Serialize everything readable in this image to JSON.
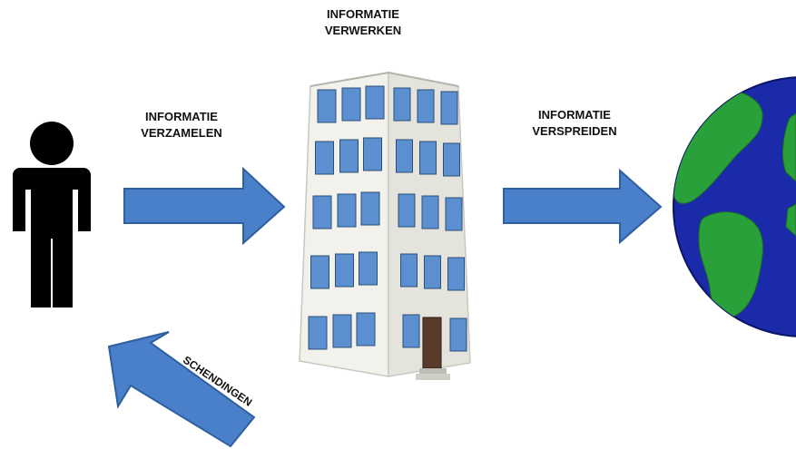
{
  "labels": {
    "process": [
      "INFORMATIE",
      "VERWERKEN"
    ],
    "collect": [
      "INFORMATIE",
      "VERZAMELEN"
    ],
    "spread": [
      "INFORMATIE",
      "VERSPREIDEN"
    ],
    "violations": "SCHENDINGEN"
  },
  "colors": {
    "arrow_fill": "#4a7fc9",
    "arrow_stroke": "#2f5f9e",
    "person": "#000000",
    "building_wall": "#f2f1ec",
    "window": "#5b8fd0",
    "door": "#5a3a2a",
    "ocean": "#1a2aa8",
    "land": "#2aa03a"
  },
  "icons": {
    "person": "person-silhouette-icon",
    "building": "office-building-icon",
    "globe": "earth-globe-icon"
  }
}
